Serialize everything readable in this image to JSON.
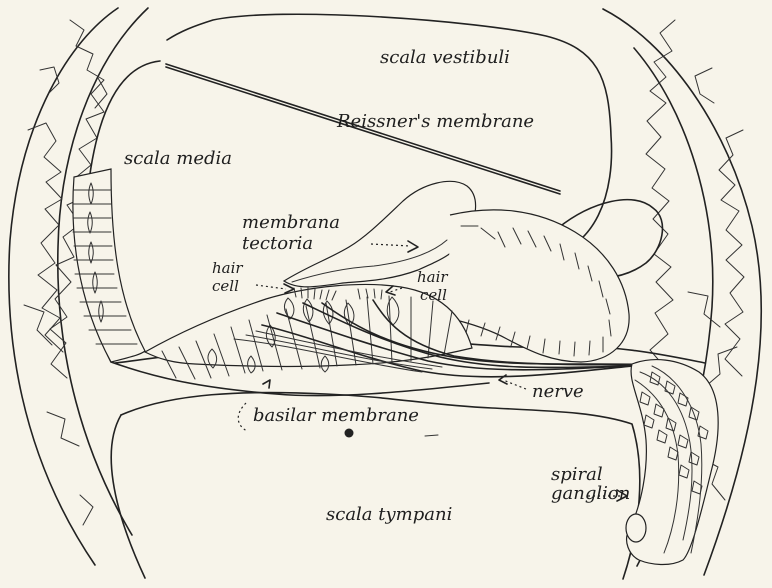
{
  "diagram": {
    "labels": {
      "scala_vestibuli": "scala vestibuli",
      "reissners_membrane": "Reissner's membrane",
      "scala_media": "scala media",
      "membrana_tectoria_line1": "membrana",
      "membrana_tectoria_line2": "tectoria",
      "hair_cell_left_line1": "hair",
      "hair_cell_left_line2": "cell",
      "hair_cell_right_line1": "hair",
      "hair_cell_right_line2": "cell",
      "nerve": "nerve",
      "basilar_membrane": "basilar membrane",
      "spiral_ganglion_line1": "spiral",
      "spiral_ganglion_line2": "ganglion",
      "scala_tympani": "scala tympani"
    }
  }
}
